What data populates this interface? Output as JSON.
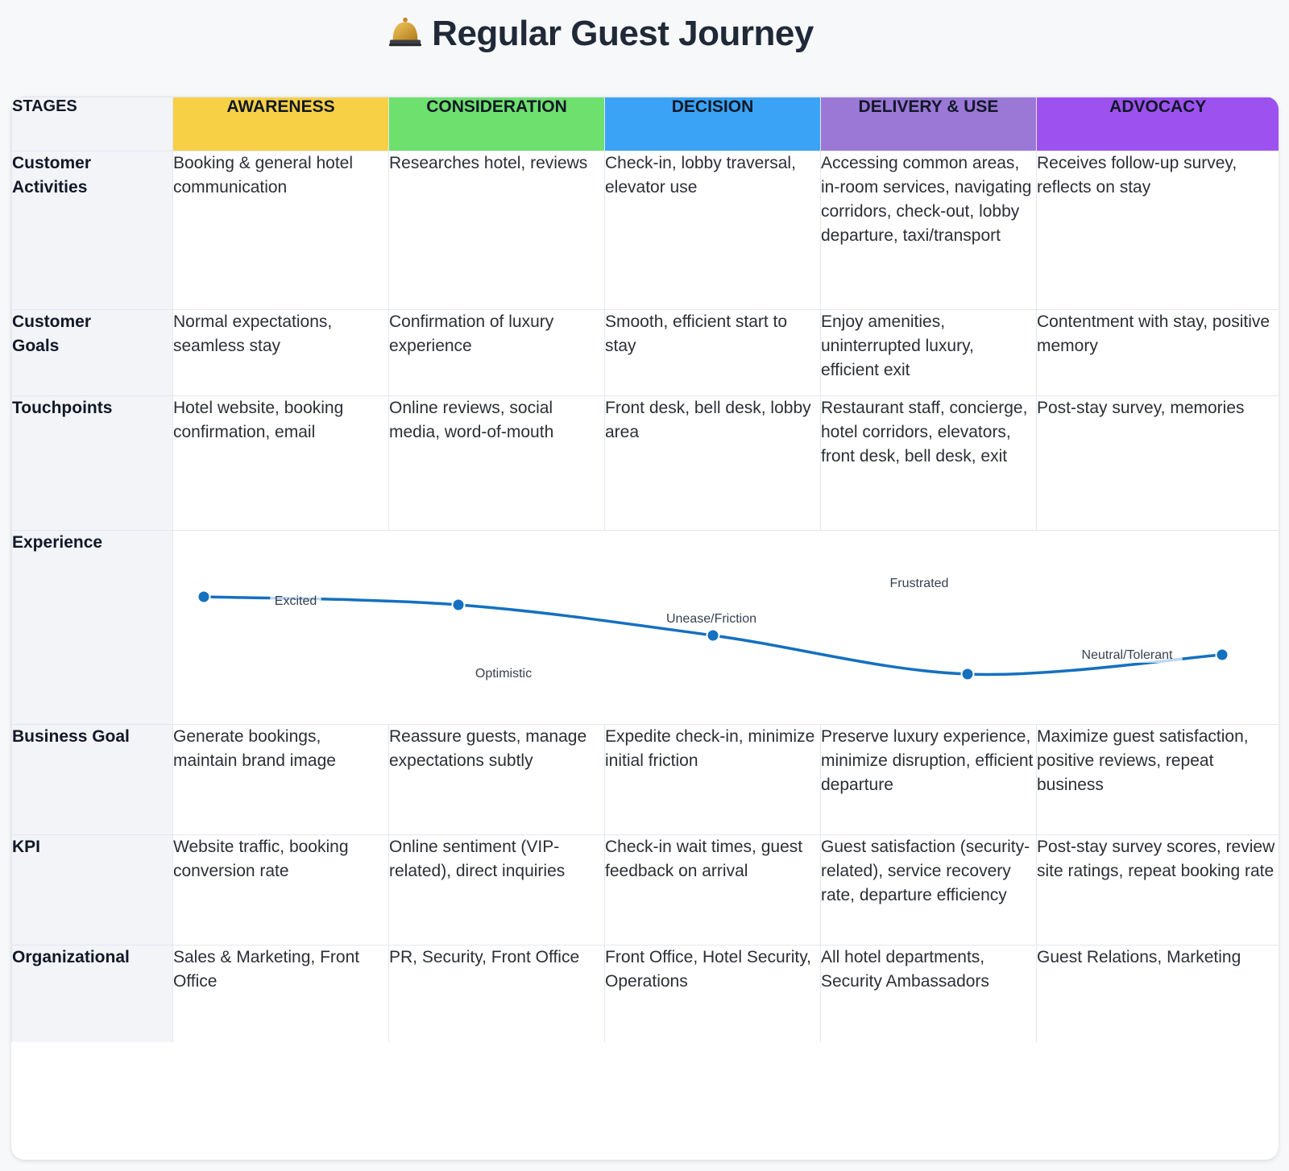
{
  "title": "Regular Guest Journey",
  "title_icon": "bell-icon",
  "stages_label": "STAGES",
  "stages": [
    {
      "label": "AWARENESS",
      "color": "#f7d046"
    },
    {
      "label": "CONSIDERATION",
      "color": "#6ee06e"
    },
    {
      "label": "DECISION",
      "color": "#3aa3f5"
    },
    {
      "label": "DELIVERY & USE",
      "color": "#9b78d6"
    },
    {
      "label": "ADVOCACY",
      "color": "#9d52f0"
    }
  ],
  "rows": {
    "activities": {
      "label_line1": "Customer",
      "label_line2": "Activities",
      "cells": [
        "Booking & general hotel communication",
        "Researches hotel, reviews",
        "Check-in, lobby traversal, elevator use",
        "Accessing common areas, in-room services, navigating corridors, check-out, lobby departure, taxi/transport",
        "Receives follow-up survey, reflects on stay"
      ]
    },
    "goals": {
      "label_line1": "Customer",
      "label_line2": "Goals",
      "cells": [
        "Normal expectations, seamless stay",
        "Confirmation of luxury experience",
        "Smooth, efficient start to stay",
        "Enjoy amenities, uninterrupted luxury, efficient exit",
        "Contentment with stay, positive memory"
      ]
    },
    "touchpoints": {
      "label": "Touchpoints",
      "cells": [
        "Hotel website, booking confirmation, email",
        "Online reviews, social media, word-of-mouth",
        "Front desk, bell desk, lobby area",
        "Restaurant staff, concierge, hotel corridors, elevators, front desk, bell desk, exit",
        "Post-stay survey, memories"
      ]
    },
    "experience": {
      "label": "Experience",
      "emotions": [
        "Excited",
        "Optimistic",
        "Unease/Friction",
        "Frustrated",
        "Neutral/Tolerant"
      ],
      "line_color": "#1570c0",
      "scores": [
        0.82,
        0.78,
        0.62,
        0.42,
        0.52
      ]
    },
    "business_goal": {
      "label": "Business Goal",
      "cells": [
        "Generate bookings, maintain brand image",
        "Reassure guests, manage expectations subtly",
        "Expedite check-in, minimize initial friction",
        "Preserve luxury experience, minimize disruption, efficient departure",
        "Maximize guest satisfaction, positive reviews, repeat business"
      ]
    },
    "kpi": {
      "label": "KPI",
      "cells": [
        "Website traffic, booking conversion rate",
        "Online sentiment (VIP-related), direct inquiries",
        "Check-in wait times, guest feedback on arrival",
        "Guest satisfaction (security-related), service recovery rate, departure efficiency",
        "Post-stay survey scores, review site ratings, repeat booking rate"
      ]
    },
    "organizational": {
      "label": "Organizational",
      "cells": [
        "Sales & Marketing, Front Office",
        "PR, Security, Front Office",
        "Front Office, Hotel Security, Operations",
        "All hotel departments, Security Ambassadors",
        "Guest Relations, Marketing"
      ]
    }
  }
}
